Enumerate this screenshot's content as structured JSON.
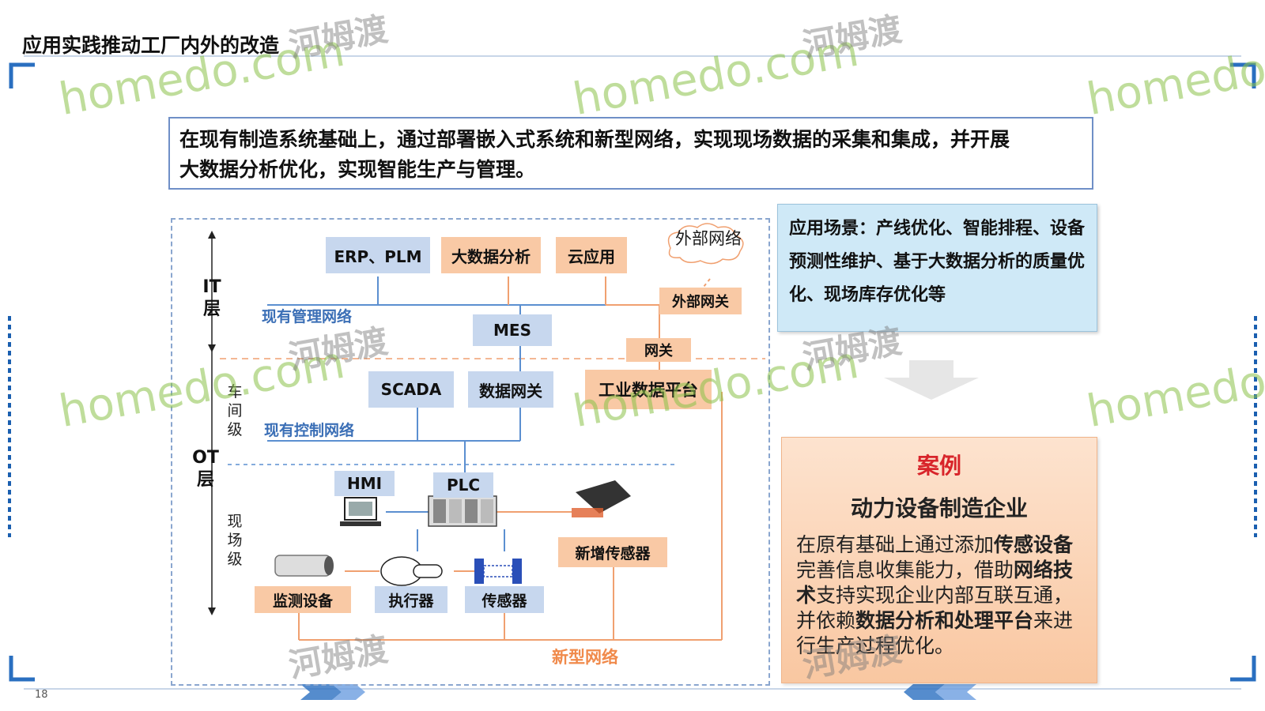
{
  "page": {
    "title": "应用实践推动工厂内外的改造",
    "summary_line1": "在现有制造系统基础上，通过部署嵌入式系统和新型网络，实现现场数据的采集和集成，并开展",
    "summary_line2": "大数据分析优化，实现智能生产与管理。",
    "page_number": "18"
  },
  "diagram": {
    "layers": {
      "it": "IT\n层",
      "ot": "OT\n层",
      "workshop": "车间级",
      "field": "现场级"
    },
    "boxes": {
      "erp": "ERP、PLM",
      "bigdata": "大数据分析",
      "cloud": "云应用",
      "external_net": "外部网络",
      "external_gw": "外部网关",
      "mes": "MES",
      "gateway": "网关",
      "scada": "SCADA",
      "data_gw": "数据网关",
      "industrial_platform": "工业数据平台",
      "hmi": "HMI",
      "plc": "PLC",
      "new_sensor": "新增传感器",
      "monitor": "监测设备",
      "actuator": "执行器",
      "sensor": "传感器"
    },
    "labels": {
      "mgmt_network": "现有管理网络",
      "control_network": "现有控制网络",
      "new_network": "新型网络"
    }
  },
  "scene": {
    "text": "应用场景：产线优化、智能排程、设备预测性维护、基于大数据分析的质量优化、现场库存优化等"
  },
  "case": {
    "heading": "案例",
    "subtitle": "动力设备制造企业",
    "p1": "在原有基础上通过添加",
    "b1": "传感设备",
    "p2": "完善信息收集能力，借助",
    "b2": "网络技术",
    "p3": "支持实现企业内部互联互通，并依赖",
    "b3": "数据分析和处理平台",
    "p4": "来进行生产过程优化。"
  },
  "watermark": {
    "latin": "homedo.com",
    "cn": "河姆渡"
  },
  "colors": {
    "blue_box": "#c7d7ee",
    "orange_box": "#f9c9a5",
    "blue_line": "#5b8fd0",
    "orange_line": "#f0a070",
    "accent_red": "#d8242a"
  }
}
